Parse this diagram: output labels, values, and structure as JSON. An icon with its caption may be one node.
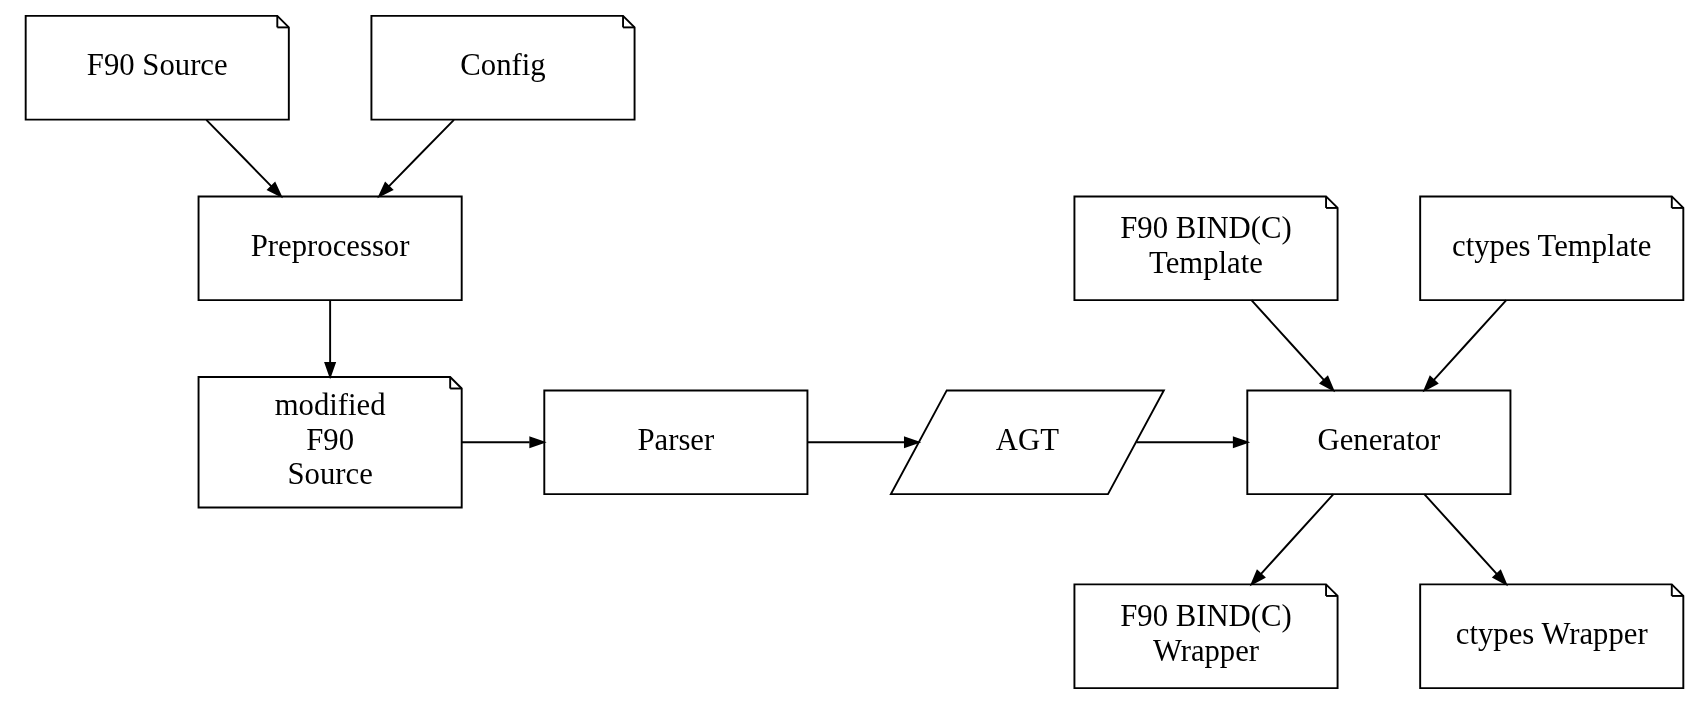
{
  "diagram": {
    "nodes": [
      {
        "text": [
          "F90 Source"
        ]
      },
      {
        "text": [
          "Config"
        ]
      },
      {
        "text": [
          "Preprocessor"
        ]
      },
      {
        "text": [
          "modified F90 Source"
        ]
      },
      {
        "text": [
          "Parser"
        ]
      },
      {
        "text": [
          "AGT"
        ]
      },
      {
        "text": [
          "F90 BIND(C) Template"
        ]
      },
      {
        "text": [
          "ctypes Template"
        ]
      },
      {
        "text": [
          "Generator"
        ]
      },
      {
        "text": [
          "F90 BIND(C) Wrapper"
        ]
      },
      {
        "text": [
          "ctypes Wrapper"
        ]
      }
    ],
    "edges": [
      {
        "from": 0,
        "to": 2,
        "arrow": "to"
      },
      {
        "from": 1,
        "to": 2,
        "arrow": "to"
      },
      {
        "from": 2,
        "to": 3,
        "arrow": "to"
      },
      {
        "from": 3,
        "to": 4,
        "arrow": "to"
      },
      {
        "from": 4,
        "to": 5,
        "arrow": "to"
      },
      {
        "from": 5,
        "to": 8,
        "arrow": "to"
      },
      {
        "from": 6,
        "to": 8,
        "arrow": "to"
      },
      {
        "from": 7,
        "to": 8,
        "arrow": "to"
      },
      {
        "from": 8,
        "to": 9,
        "arrow": "to"
      },
      {
        "from": 8,
        "to": 10,
        "arrow": "to"
      }
    ]
  }
}
